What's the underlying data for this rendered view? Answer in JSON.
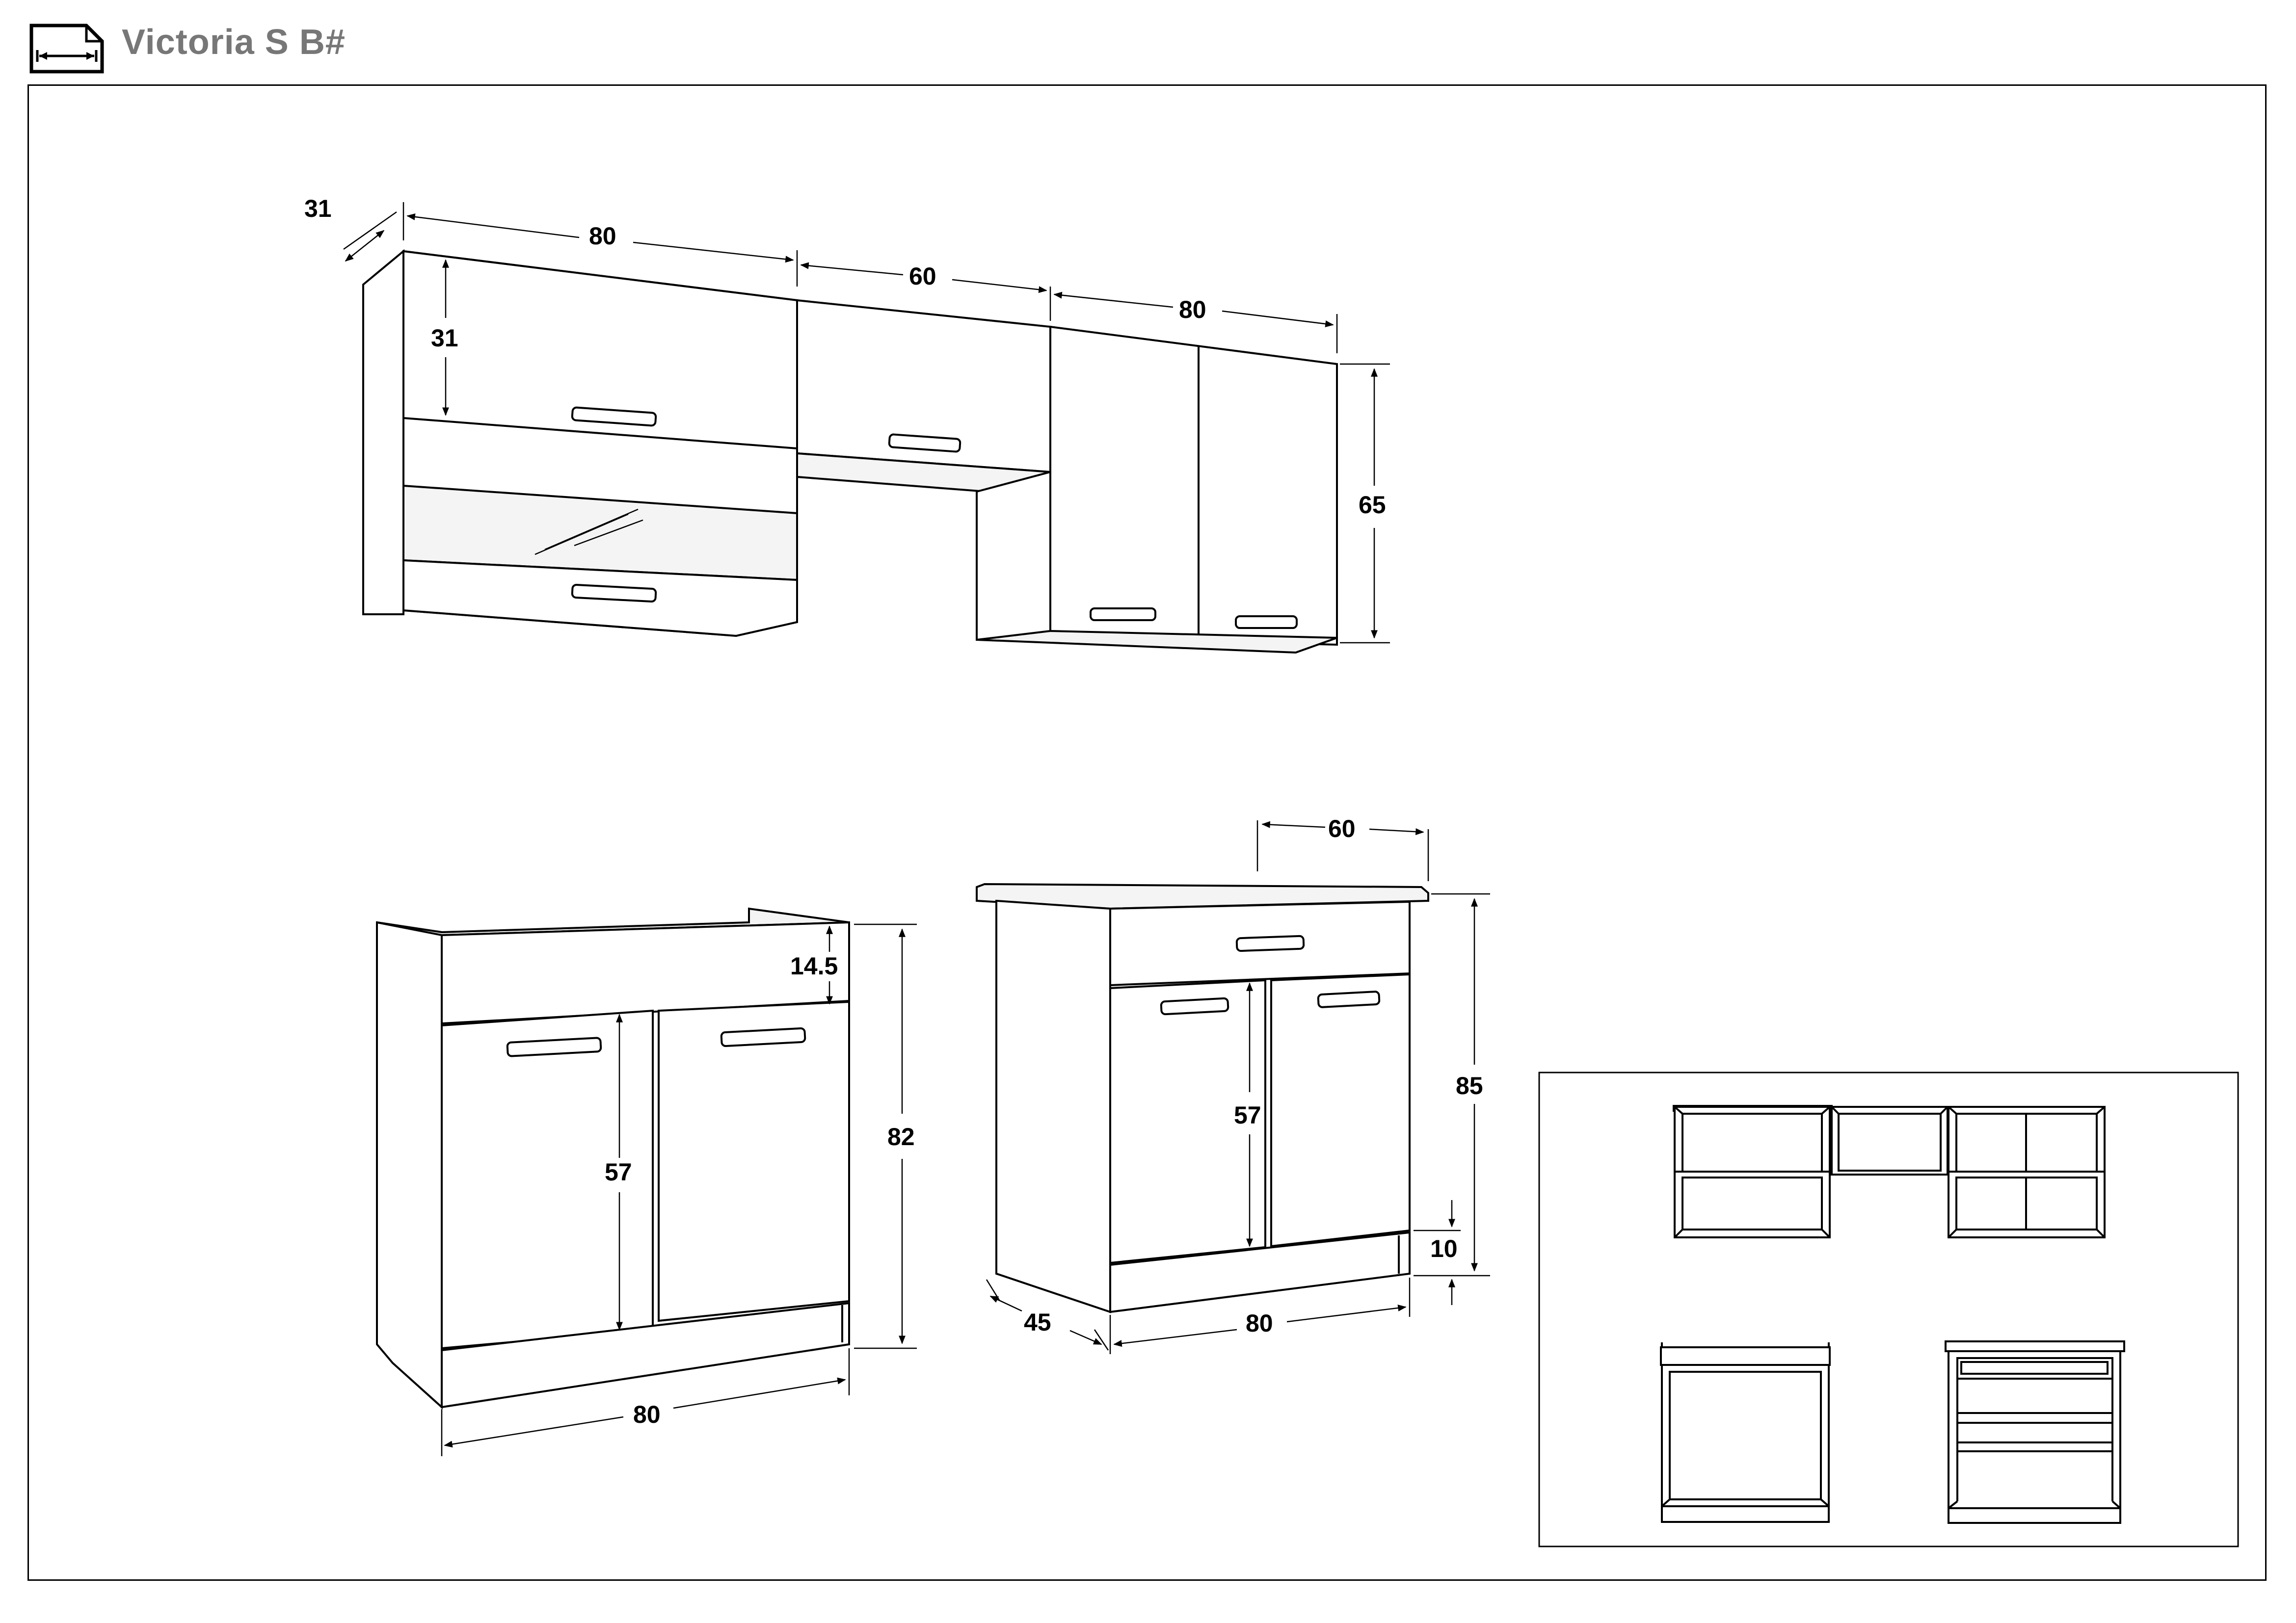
{
  "header": {
    "title": "Victoria S B#",
    "icon": "dimension-arrows-icon"
  },
  "dimensions": {
    "wall_depth": "31",
    "wall_width_left": "80",
    "wall_width_middle": "60",
    "wall_width_right": "80",
    "wall_door_height": "31",
    "wall_total_height": "65",
    "sink_top_height": "14.5",
    "sink_total_height": "82",
    "sink_door_height": "57",
    "sink_width": "80",
    "base_depth": "60",
    "base_total_height": "85",
    "base_door_height": "57",
    "base_plinth_height": "10",
    "base_side_depth": "45",
    "base_width": "80"
  }
}
